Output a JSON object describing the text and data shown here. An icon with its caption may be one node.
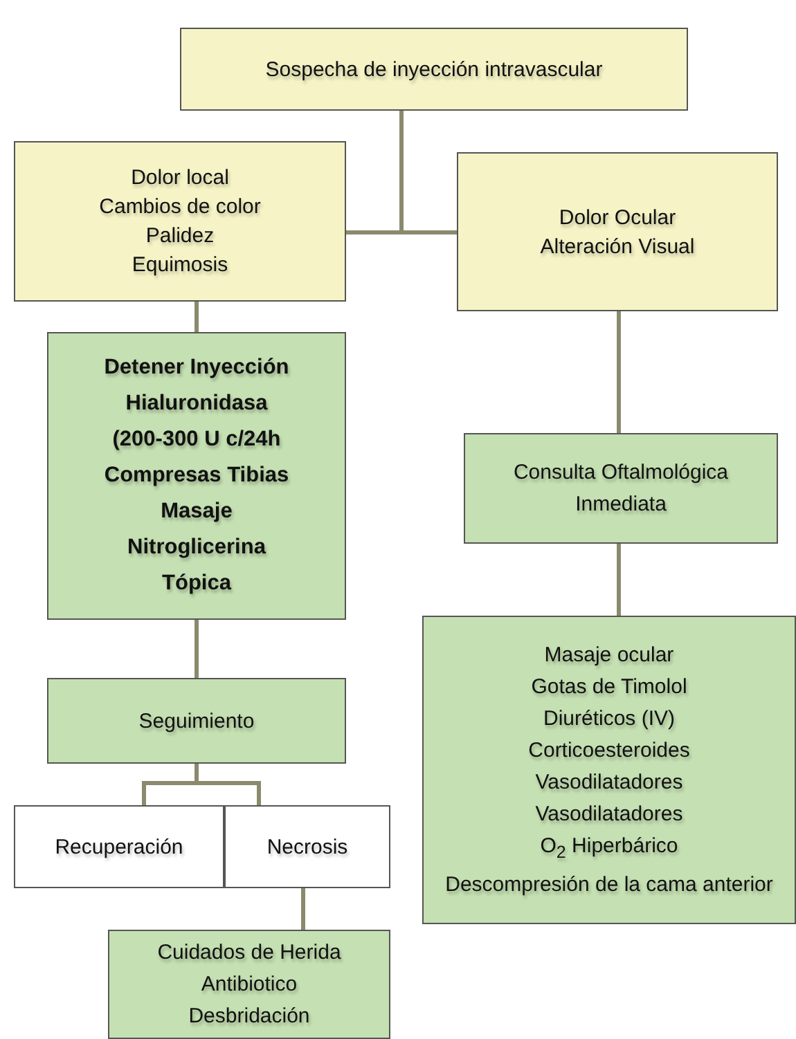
{
  "diagram": {
    "nodes": [
      {
        "text": [
          "Sospecha de inyección intravascular"
        ]
      },
      {
        "text": [
          "Dolor local",
          "Cambios de color",
          "Palidez",
          "Equimosis"
        ]
      },
      {
        "text": [
          "Dolor Ocular",
          "Alteración Visual"
        ]
      },
      {
        "text": [
          "Detener Inyección",
          "Hialuronidasa",
          "(200-300 U c/24h",
          "Compresas Tibias",
          "Masaje",
          "Nitroglicerina",
          "Tópica"
        ]
      },
      {
        "text": [
          "Consulta Oftalmológica",
          "Inmediata"
        ]
      },
      {
        "text": [
          "Masaje ocular",
          "Gotas de Timolol",
          "Diuréticos (IV)",
          "Corticoesteroides",
          "Vasodilatadores",
          "Vasodilatadores",
          "O$_{2}$ Hiperbárico",
          "Descompresión de la cama anterior"
        ]
      },
      {
        "text": [
          "Seguimiento"
        ]
      },
      {
        "text": [
          "Recuperación"
        ]
      },
      {
        "text": [
          "Necrosis"
        ]
      },
      {
        "text": [
          "Cuidados de Herida",
          "Antibiotico",
          "Desbridación"
        ]
      }
    ],
    "edges": [
      {
        "from": 0,
        "to": 1,
        "arrow": "none"
      },
      {
        "from": 0,
        "to": 2,
        "arrow": "none"
      },
      {
        "from": 1,
        "to": 3,
        "arrow": "none"
      },
      {
        "from": 2,
        "to": 4,
        "arrow": "none"
      },
      {
        "from": 4,
        "to": 5,
        "arrow": "none"
      },
      {
        "from": 3,
        "to": 6,
        "arrow": "none"
      },
      {
        "from": 6,
        "to": 7,
        "arrow": "none"
      },
      {
        "from": 6,
        "to": 8,
        "arrow": "none"
      },
      {
        "from": 8,
        "to": 9,
        "arrow": "none"
      }
    ]
  }
}
